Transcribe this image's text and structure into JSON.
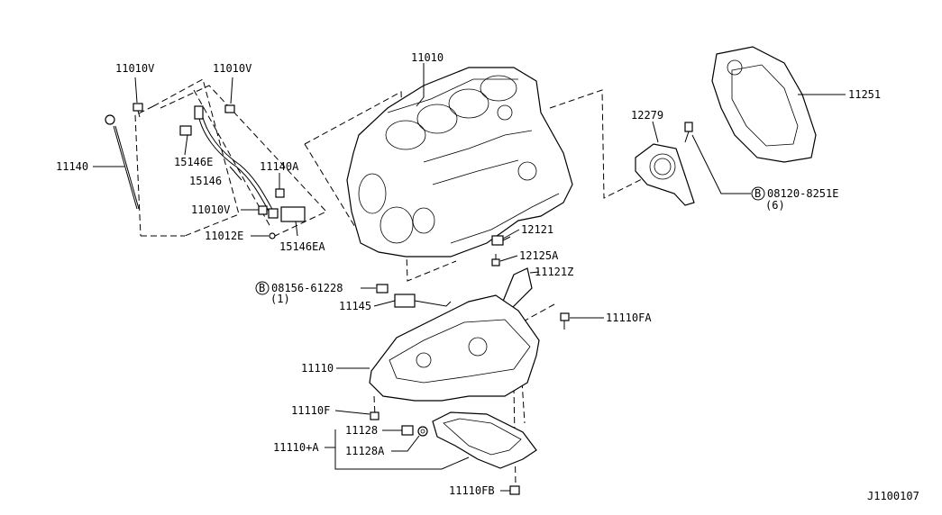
{
  "labels": {
    "p11010": "11010",
    "p11010v_a": "11010V",
    "p11010v_b": "11010V",
    "p11140": "11140",
    "p15146e": "15146E",
    "p11140a": "11140A",
    "p15146": "15146",
    "p11010v_c": "11010V",
    "p11012e": "11012E",
    "p15146ea": "15146EA",
    "p12279": "12279",
    "p11251": "11251",
    "p08120": "08120-8251E",
    "p08120_qty": "(6)",
    "p12121": "12121",
    "p12125a": "12125A",
    "p11121z": "11121Z",
    "p08156": "08156-61228",
    "p08156_qty": "(1)",
    "p11145": "11145",
    "p11110fa": "11110FA",
    "p11110": "11110",
    "p11110f": "11110F",
    "p11128": "11128",
    "p11110a": "11110+A",
    "p11128a": "11128A",
    "p11110fb": "11110FB",
    "bolt_symbol": "B",
    "diagram_code": "J1100107"
  }
}
